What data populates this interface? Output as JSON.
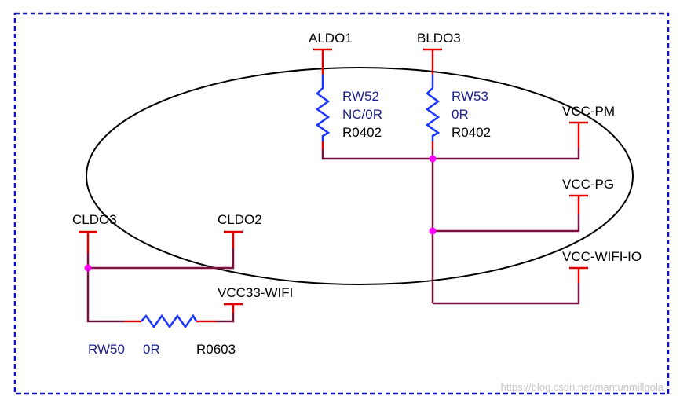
{
  "colors": {
    "wire": "#7a1040",
    "pin": "#e00000",
    "resistor": "#1a35ff",
    "junction": "#ff00ff",
    "border": "#1010c0",
    "ellipse": "#000000"
  },
  "nets": {
    "aldo1": "ALDO1",
    "bldo3": "BLDO3",
    "vcc_pm": "VCC-PM",
    "vcc_pg": "VCC-PG",
    "vcc_wifi_io": "VCC-WIFI-IO",
    "cldo3": "CLDO3",
    "cldo2": "CLDO2",
    "vcc33_wifi": "VCC33-WIFI"
  },
  "resistors": {
    "rw52": {
      "ref": "RW52",
      "value": "NC/0R",
      "package": "R0402"
    },
    "rw53": {
      "ref": "RW53",
      "value": "0R",
      "package": "R0402"
    },
    "rw50": {
      "ref": "RW50",
      "value": "0R",
      "package": "R0603"
    }
  },
  "watermark": "https://blog.csdn.net/mantunmillgola"
}
